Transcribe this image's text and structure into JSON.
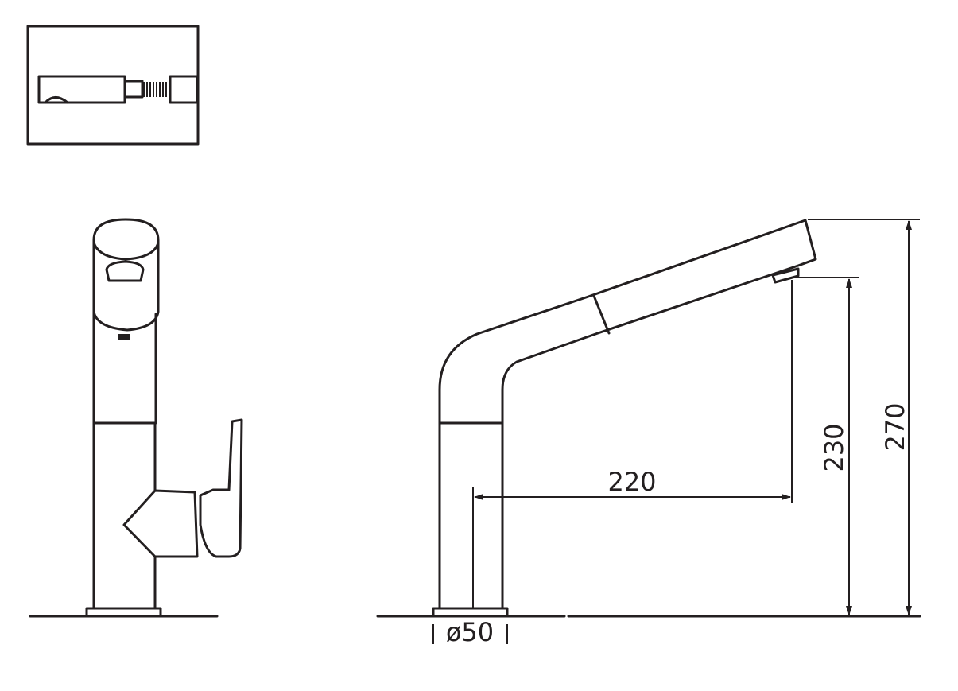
{
  "dimensions": {
    "spout_reach": "220",
    "outlet_height": "230",
    "total_height": "270",
    "base_diameter": "ø50"
  },
  "colors": {
    "line": "#231f20",
    "background": "#ffffff"
  }
}
